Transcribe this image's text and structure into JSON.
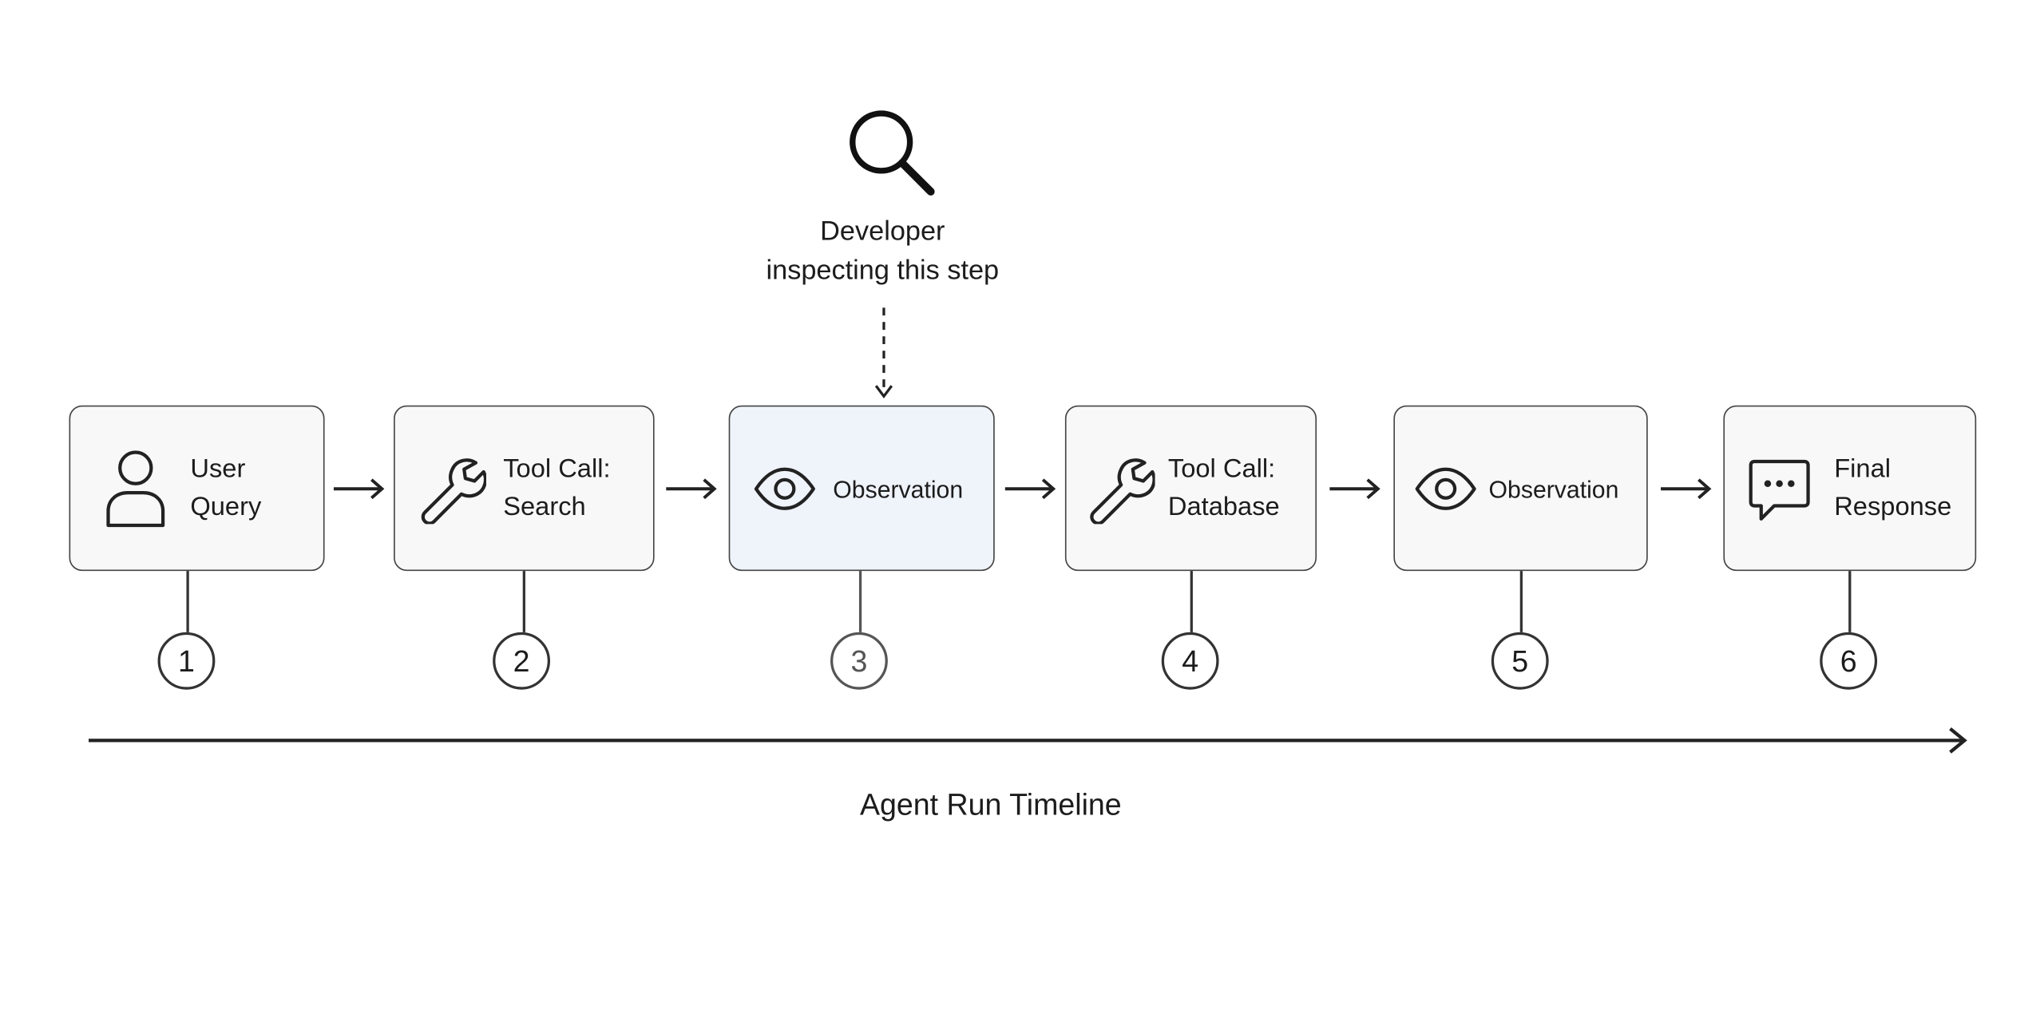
{
  "inspector": {
    "icon": "magnifier-icon",
    "caption_line1": "Developer",
    "caption_line2": "inspecting this step"
  },
  "steps": [
    {
      "number": "1",
      "icon": "user-icon",
      "line1": "User",
      "line2": "Query",
      "active": false
    },
    {
      "number": "2",
      "icon": "wrench-icon",
      "line1": "Tool Call:",
      "line2": "Search",
      "active": false
    },
    {
      "number": "3",
      "icon": "eye-icon",
      "line1": "Observation",
      "line2": "",
      "active": true
    },
    {
      "number": "4",
      "icon": "wrench-icon",
      "line1": "Tool Call:",
      "line2": "Database",
      "active": false
    },
    {
      "number": "5",
      "icon": "eye-icon",
      "line1": "Observation",
      "line2": "",
      "active": false
    },
    {
      "number": "6",
      "icon": "chat-bubble-icon",
      "line1": "Final",
      "line2": "Response",
      "active": false
    }
  ],
  "timeline": {
    "label": "Agent Run Timeline"
  },
  "colors": {
    "active_fill": "#eff3fa",
    "box_fill": "#f8f8f8",
    "stroke": "#333333"
  }
}
